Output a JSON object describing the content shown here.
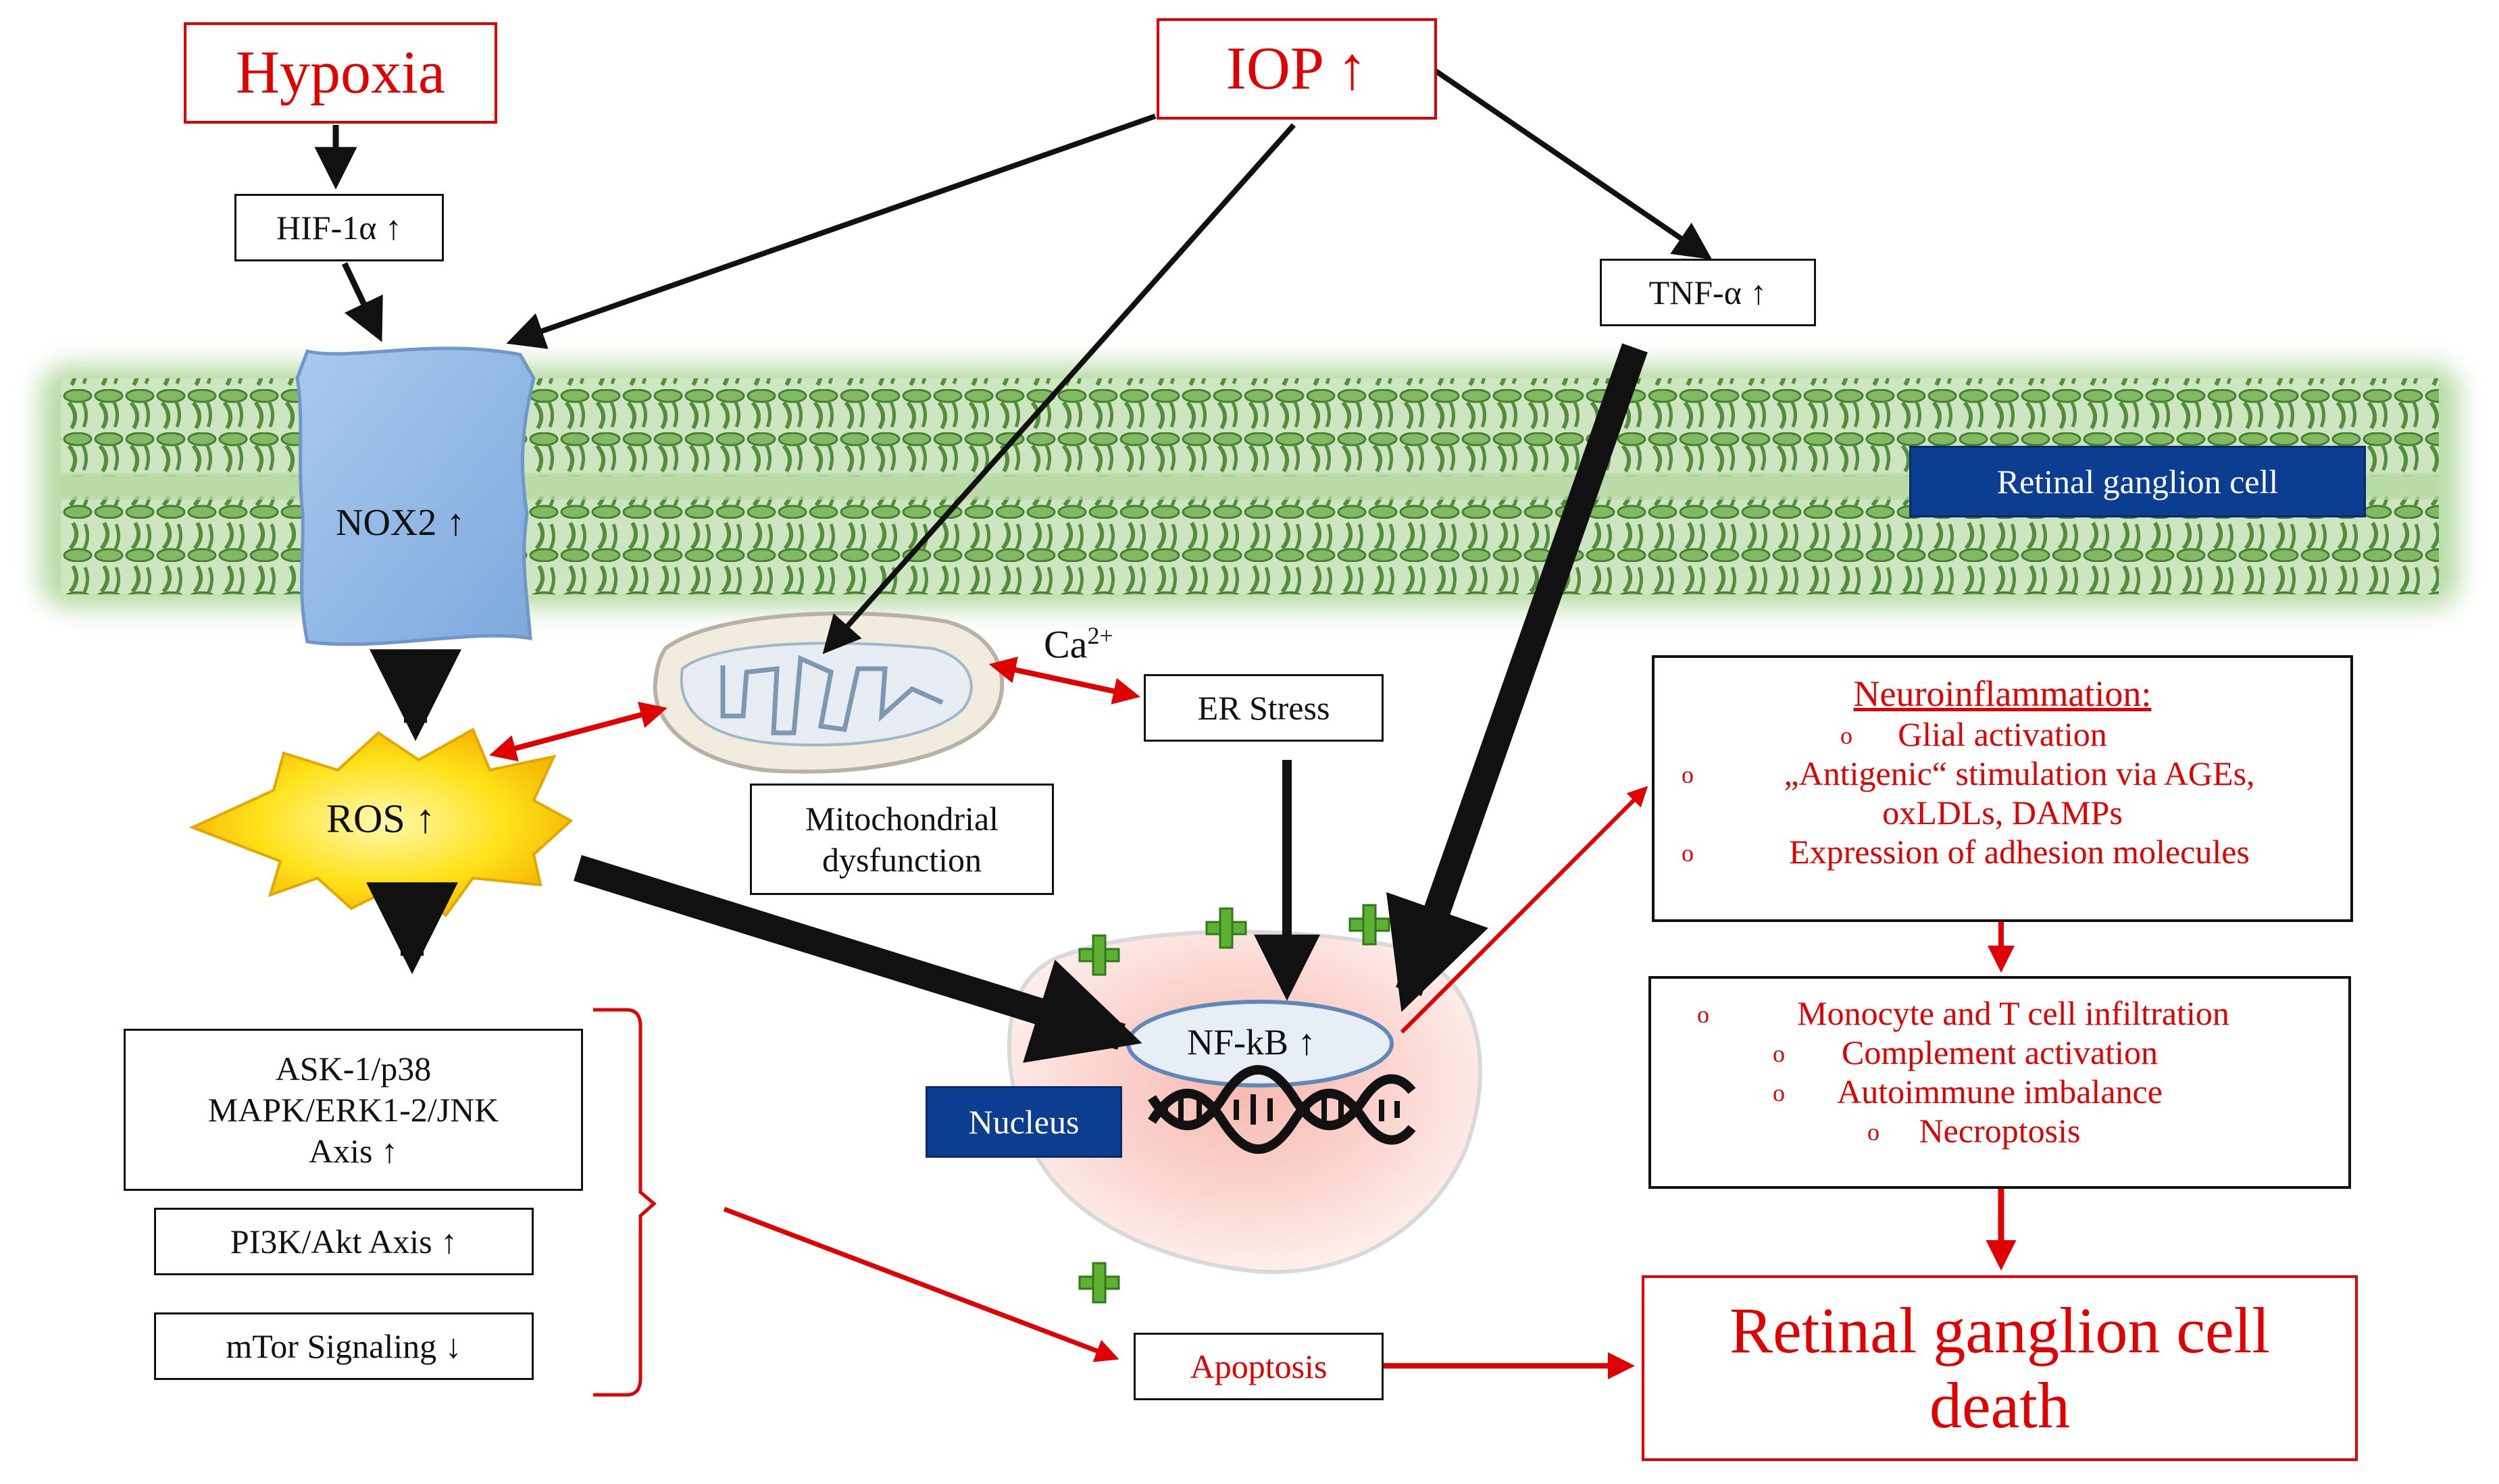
{
  "diagram": {
    "nodes": {
      "hypoxia": "Hypoxia",
      "iop": "IOP ↑",
      "hif": "HIF-1α ↑",
      "tnf": "TNF-α ↑",
      "nox2": "NOX2 ↑",
      "rgc_label": "Retinal ganglion cell",
      "ca": "Ca",
      "ca_sup": "2+",
      "er_stress": "ER Stress",
      "mito_line1": "Mitochondrial",
      "mito_line2": "dysfunction",
      "ros": "ROS ↑",
      "nfkb": "NF-kB ↑",
      "nucleus": "Nucleus",
      "ask_line1": "ASK-1/p38",
      "ask_line2": "MAPK/ERK1-2/JNK",
      "ask_line3": "Axis ↑",
      "pi3k": "PI3K/Akt Axis ↑",
      "mtor": "mTor Signaling ↓",
      "apoptosis": "Apoptosis",
      "death_line1": "Retinal ganglion cell",
      "death_line2": "death"
    },
    "neuroinflammation": {
      "title": "Neuroinflammation:",
      "bullet": "o",
      "items": [
        "Glial activation",
        "„Antigenic“ stimulation via AGEs,",
        "oxLDLs, DAMPs",
        "Expression of adhesion molecules"
      ]
    },
    "infiltration": {
      "bullet": "o",
      "items": [
        "Monocyte and T cell infiltration",
        "Complement activation",
        "Autoimmune imbalance",
        "Necroptosis"
      ]
    },
    "colors": {
      "red": "#e00000",
      "black": "#111111",
      "blue_label": "#0b3d91",
      "membrane_green": "#5a9a3c",
      "nox2_blue": "#8fb8e6",
      "plus_green": "#5fb033"
    }
  }
}
